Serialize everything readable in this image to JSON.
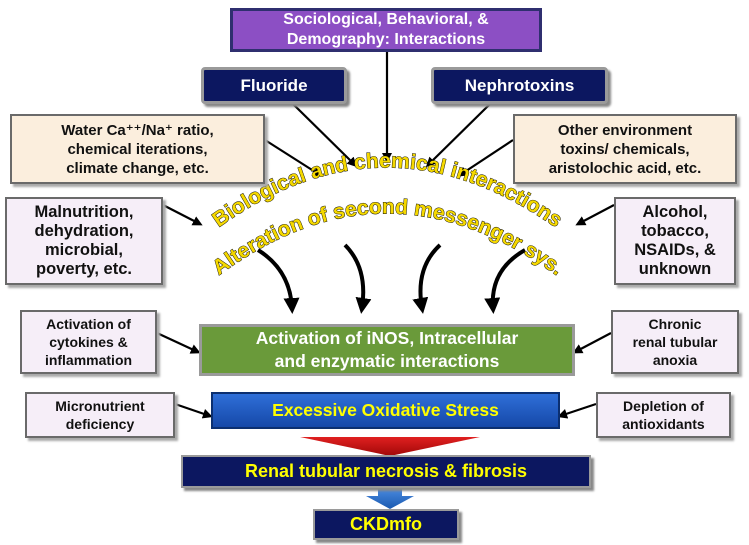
{
  "top_box": "Sociological, Behavioral, &\nDemography: Interactions",
  "fluoride": "Fluoride",
  "nephrotoxins": "Nephrotoxins",
  "water_box": "Water Ca⁺⁺/Na⁺ ratio,\nchemical iterations,\nclimate change, etc.",
  "other_env_box": "Other environment\ntoxins/ chemicals,\naristolochic acid, etc.",
  "malnutrition_box": "Malnutrition,\ndehydration,\nmicrobial,\npoverty, etc.",
  "alcohol_box": "Alcohol,\ntobacco,\nNSAIDs, &\nunknown",
  "arc_text_1": "Biological and chemical interactions",
  "arc_text_2": "Alteration of second messenger sys.",
  "cytokines_box": "Activation of\ncytokines &\ninflammation",
  "inos_box": "Activation of iNOS, Intracellular\nand enzymatic interactions",
  "anoxia_box": "Chronic\nrenal tubular\nanoxia",
  "micronutrient_box": "Micronutrient\ndeficiency",
  "oxidative_box": "Excessive Oxidative Stress",
  "antioxidants_box": "Depletion of\nantioxidants",
  "necrosis_box": "Renal tubular necrosis & fibrosis",
  "ckd_box": "CKDmfo",
  "colors": {
    "purple": "#8c4fc4",
    "navy": "#0c1760",
    "green": "#6a9a3a",
    "blue": "#1548a8",
    "yellow": "#ffff00",
    "red": "#c41010",
    "arc_fill": "#f5d800"
  }
}
